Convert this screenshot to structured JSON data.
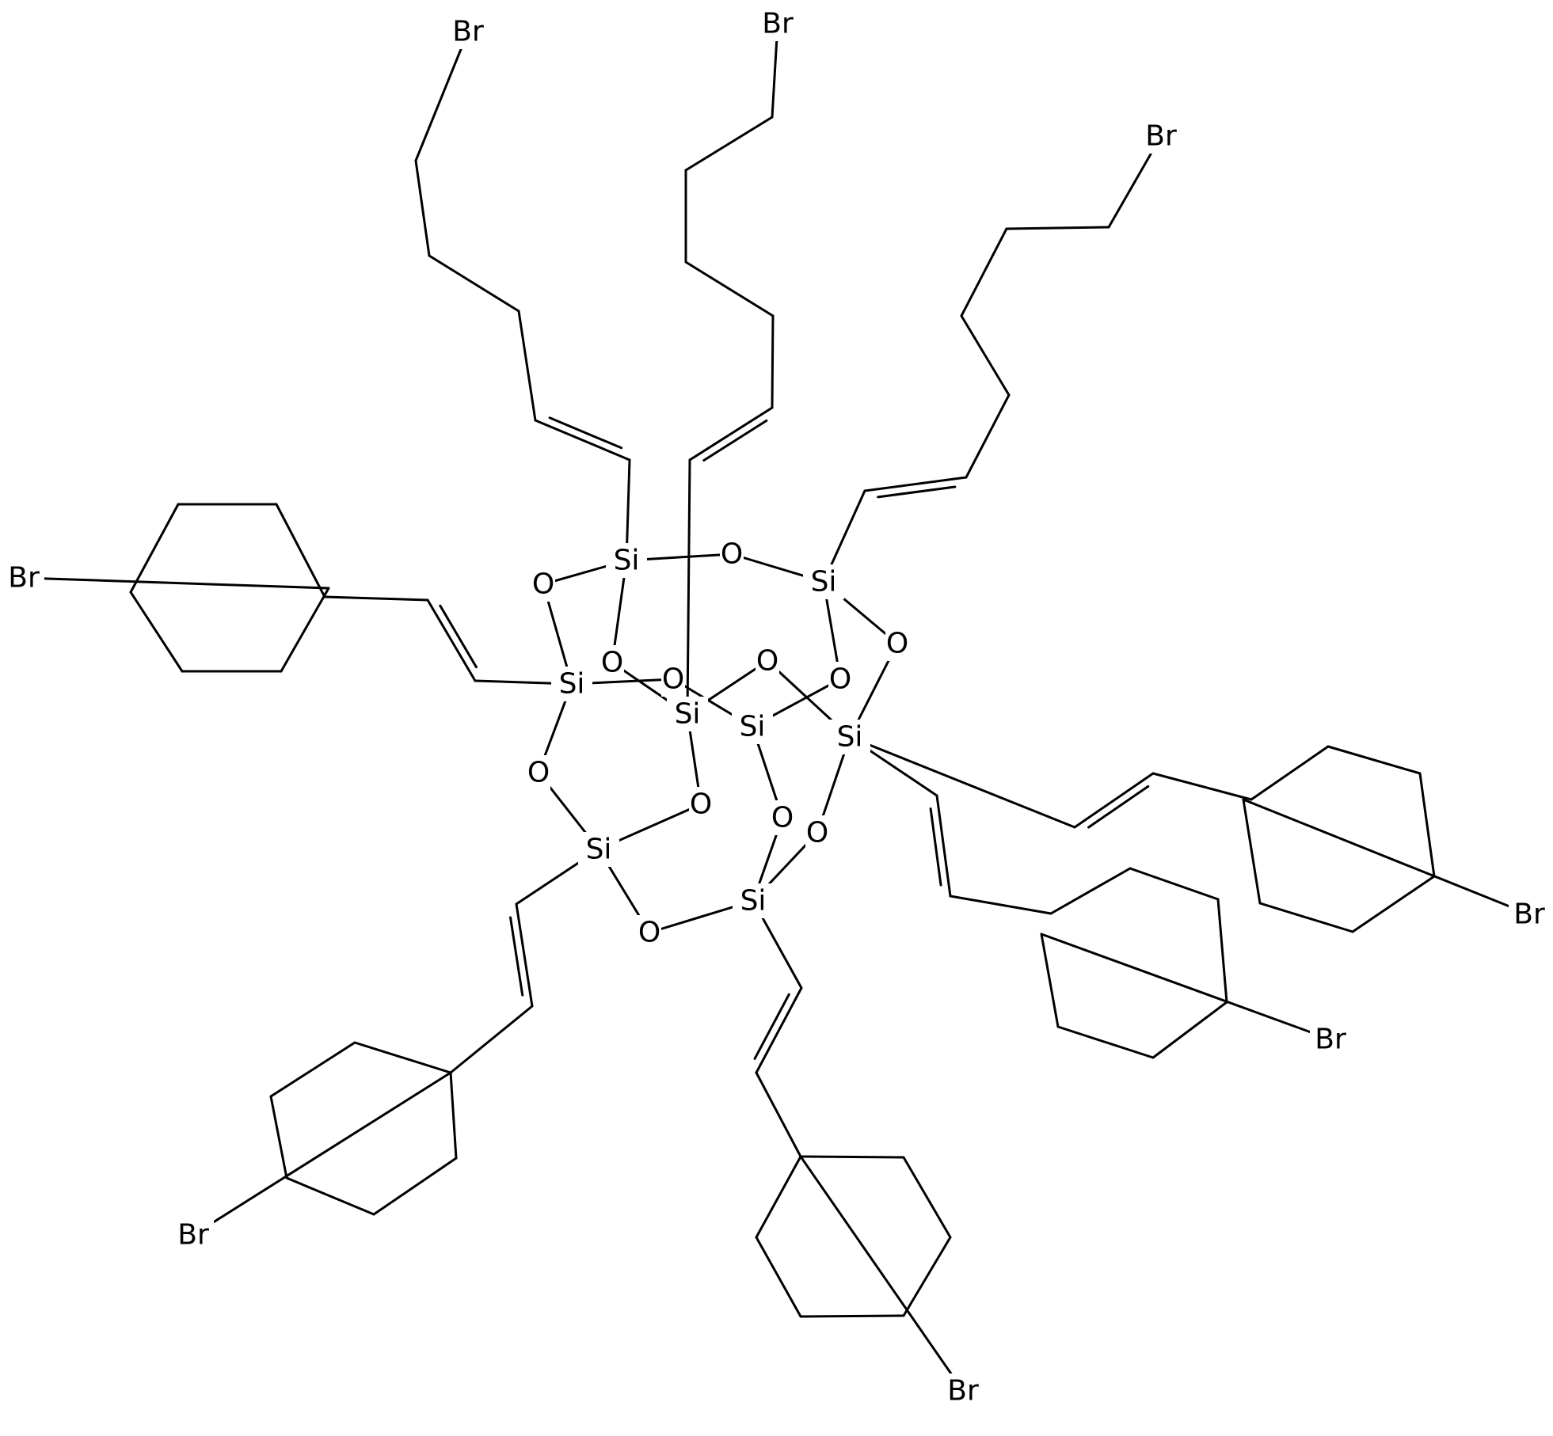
{
  "colors": {
    "background": "#ffffff",
    "ink": "#000000"
  },
  "labels": {
    "bromine": "Br",
    "silicon": "Si",
    "oxygen": "O"
  }
}
